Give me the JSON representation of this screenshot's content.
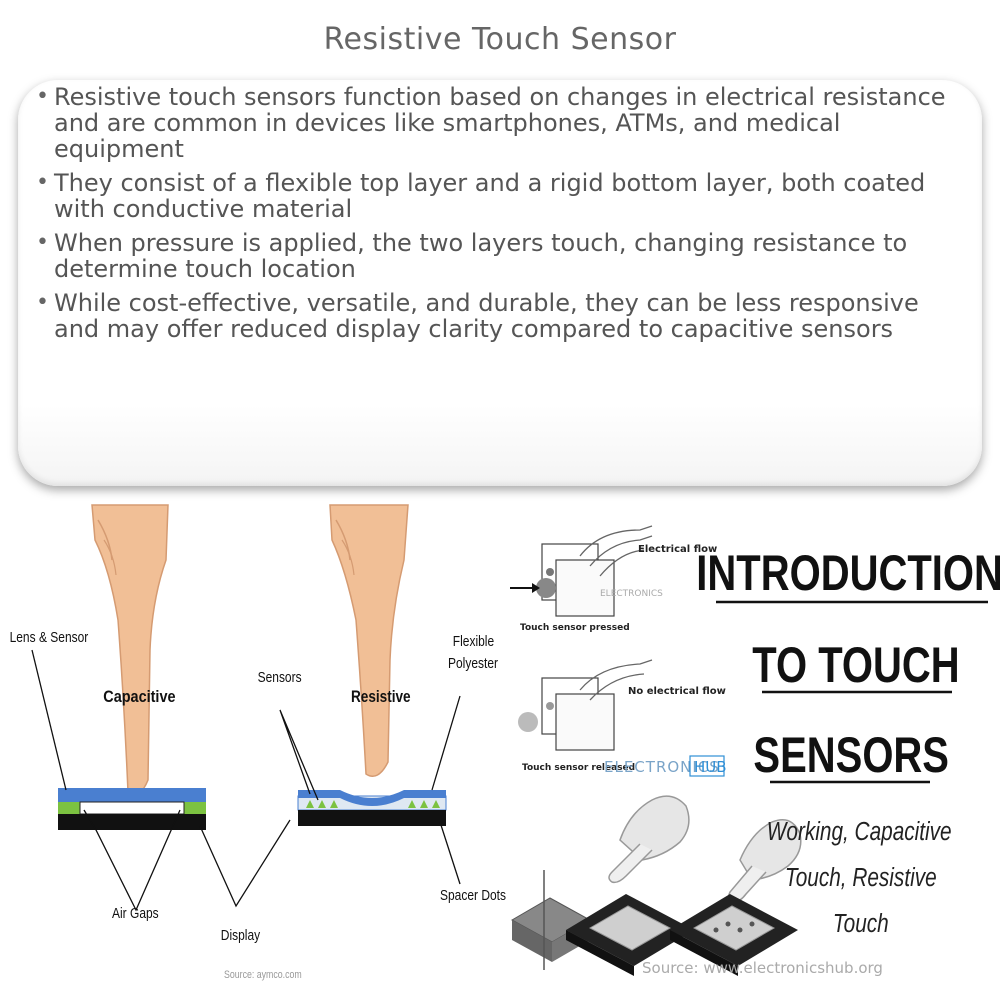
{
  "title": "Resistive Touch Sensor",
  "bullets": [
    "Resistive touch sensors function based on changes in electrical resistance and are common in devices like smartphones, ATMs, and medical equipment",
    "They consist of a flexible top layer and a rigid bottom layer, both coated with conductive material",
    "When pressure is applied, the two layers touch, changing resistance to determine touch location",
    "While cost-effective, versatile, and durable, they can be less responsive and may offer reduced display clarity compared to capacitive sensors"
  ],
  "diagram_left": {
    "label_lens_sensor": "Lens & Sensor",
    "label_capacitive": "Capacitive",
    "label_sensors": "Sensors",
    "label_resistive": "Resistive",
    "label_flexible": "Flexible",
    "label_polyester": "Polyester",
    "label_air_gaps": "Air Gaps",
    "label_display": "Display",
    "label_spacer_dots": "Spacer Dots",
    "source": "Source: aymco.com"
  },
  "diagram_right": {
    "electrical_flow": "Electrical flow",
    "no_electrical_flow": "No electrical flow",
    "pressed": "Touch sensor pressed",
    "released": "Touch sensor released",
    "brand_a": "ELECTRONICS",
    "brand_b": "HUB",
    "headline_1": "INTRODUCTION",
    "headline_2": "TO TOUCH",
    "headline_3": "SENSORS",
    "sub_1": "Working, Capacitive",
    "sub_2": "Touch, Resistive",
    "sub_3": "Touch",
    "source": "Source: www.electronicshub.org"
  },
  "colors": {
    "skin": "#f1bf96",
    "skin_dark": "#d59b72",
    "sensor_blue": "#4a7fd0",
    "gap_green": "#7cc241",
    "display_black": "#111111",
    "brand_blue": "#2f8fd6"
  }
}
